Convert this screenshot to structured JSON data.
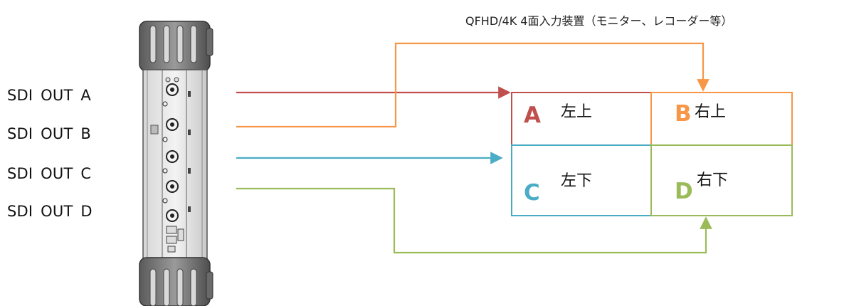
{
  "outputs": [
    {
      "label": "SDI  OUT  A",
      "color": "#c0504d"
    },
    {
      "label": "SDI  OUT  B",
      "color": "#f79646"
    },
    {
      "label": "SDI  OUT  C",
      "color": "#4bacc6"
    },
    {
      "label": "SDI  OUT  D",
      "color": "#9bbb59"
    }
  ],
  "device": {
    "header": "QFHD/4K  4面入力装置（モニター、レコーダー等）"
  },
  "quadrants": [
    {
      "letter": "A",
      "position": "左上",
      "color": "#c0504d"
    },
    {
      "letter": "B",
      "position": "右上",
      "color": "#f79646"
    },
    {
      "letter": "C",
      "position": "左下",
      "color": "#4bacc6"
    },
    {
      "letter": "D",
      "position": "右下",
      "color": "#9bbb59"
    }
  ],
  "icons": {
    "source_device": "sdi-output-device-icon"
  }
}
